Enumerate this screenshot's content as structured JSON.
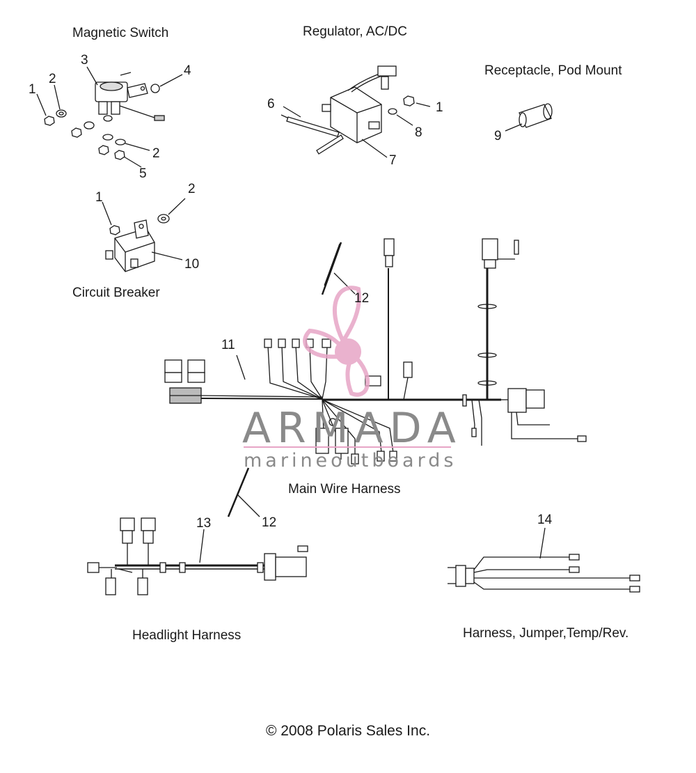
{
  "titles": {
    "magnetic_switch": "Magnetic Switch",
    "regulator": "Regulator, AC/DC",
    "receptacle": "Receptacle, Pod Mount",
    "circuit_breaker": "Circuit Breaker",
    "main_wire_harness": "Main Wire Harness",
    "headlight_harness": "Headlight Harness",
    "jumper_harness": "Harness, Jumper,Temp/Rev."
  },
  "callouts": {
    "ms_1": "1",
    "ms_2a": "2",
    "ms_3": "3",
    "ms_4": "4",
    "ms_2b": "2",
    "ms_5": "5",
    "reg_6": "6",
    "reg_1": "1",
    "reg_8": "8",
    "reg_7": "7",
    "rec_9": "9",
    "cb_1": "1",
    "cb_2": "2",
    "cb_10": "10",
    "mh_12": "12",
    "mh_11": "11",
    "hh_12": "12",
    "hh_13": "13",
    "jh_14": "14"
  },
  "watermark": {
    "name": "ARMADA",
    "tagline": "marineoutboards"
  },
  "copyright": "© 2008 Polaris Sales Inc.",
  "colors": {
    "line": "#1a1a1a",
    "watermark_gray": "#8a8a8a",
    "watermark_pink": "#e7a5c6"
  }
}
